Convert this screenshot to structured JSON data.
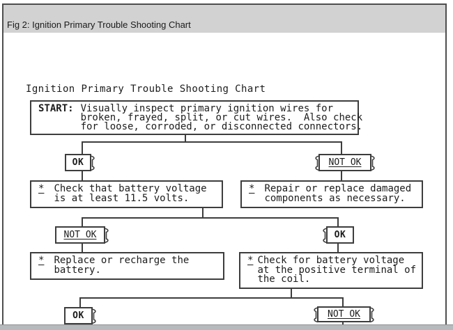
{
  "window": {
    "title": "Fig 2: Ignition Primary Trouble Shooting Chart"
  },
  "chart": {
    "title": "Ignition Primary Trouble Shooting Chart",
    "footnote_marker": "*",
    "labels": {
      "ok": "OK",
      "not_ok": "NOT OK"
    },
    "start": {
      "label": "START:",
      "lines": [
        "Visually inspect primary ignition wires for",
        "broken, frayed, split, or cut wires.  Also check",
        "for loose, corroded, or disconnected connectors."
      ]
    },
    "boxes": {
      "check_battery": {
        "lines": [
          "Check that battery voltage",
          "is at least 11.5 volts."
        ]
      },
      "repair_components": {
        "lines": [
          "Repair or replace damaged",
          "components as necessary."
        ]
      },
      "replace_battery": {
        "lines": [
          "Replace or recharge the",
          "battery."
        ]
      },
      "check_coil": {
        "lines": [
          "Check for battery voltage",
          "at the positive terminal of",
          "the coil."
        ]
      }
    },
    "colors": {
      "line": "#3d3d3d",
      "titlebar_bg": "#d2d2d2",
      "bottom_strip": "#b7babc"
    }
  }
}
